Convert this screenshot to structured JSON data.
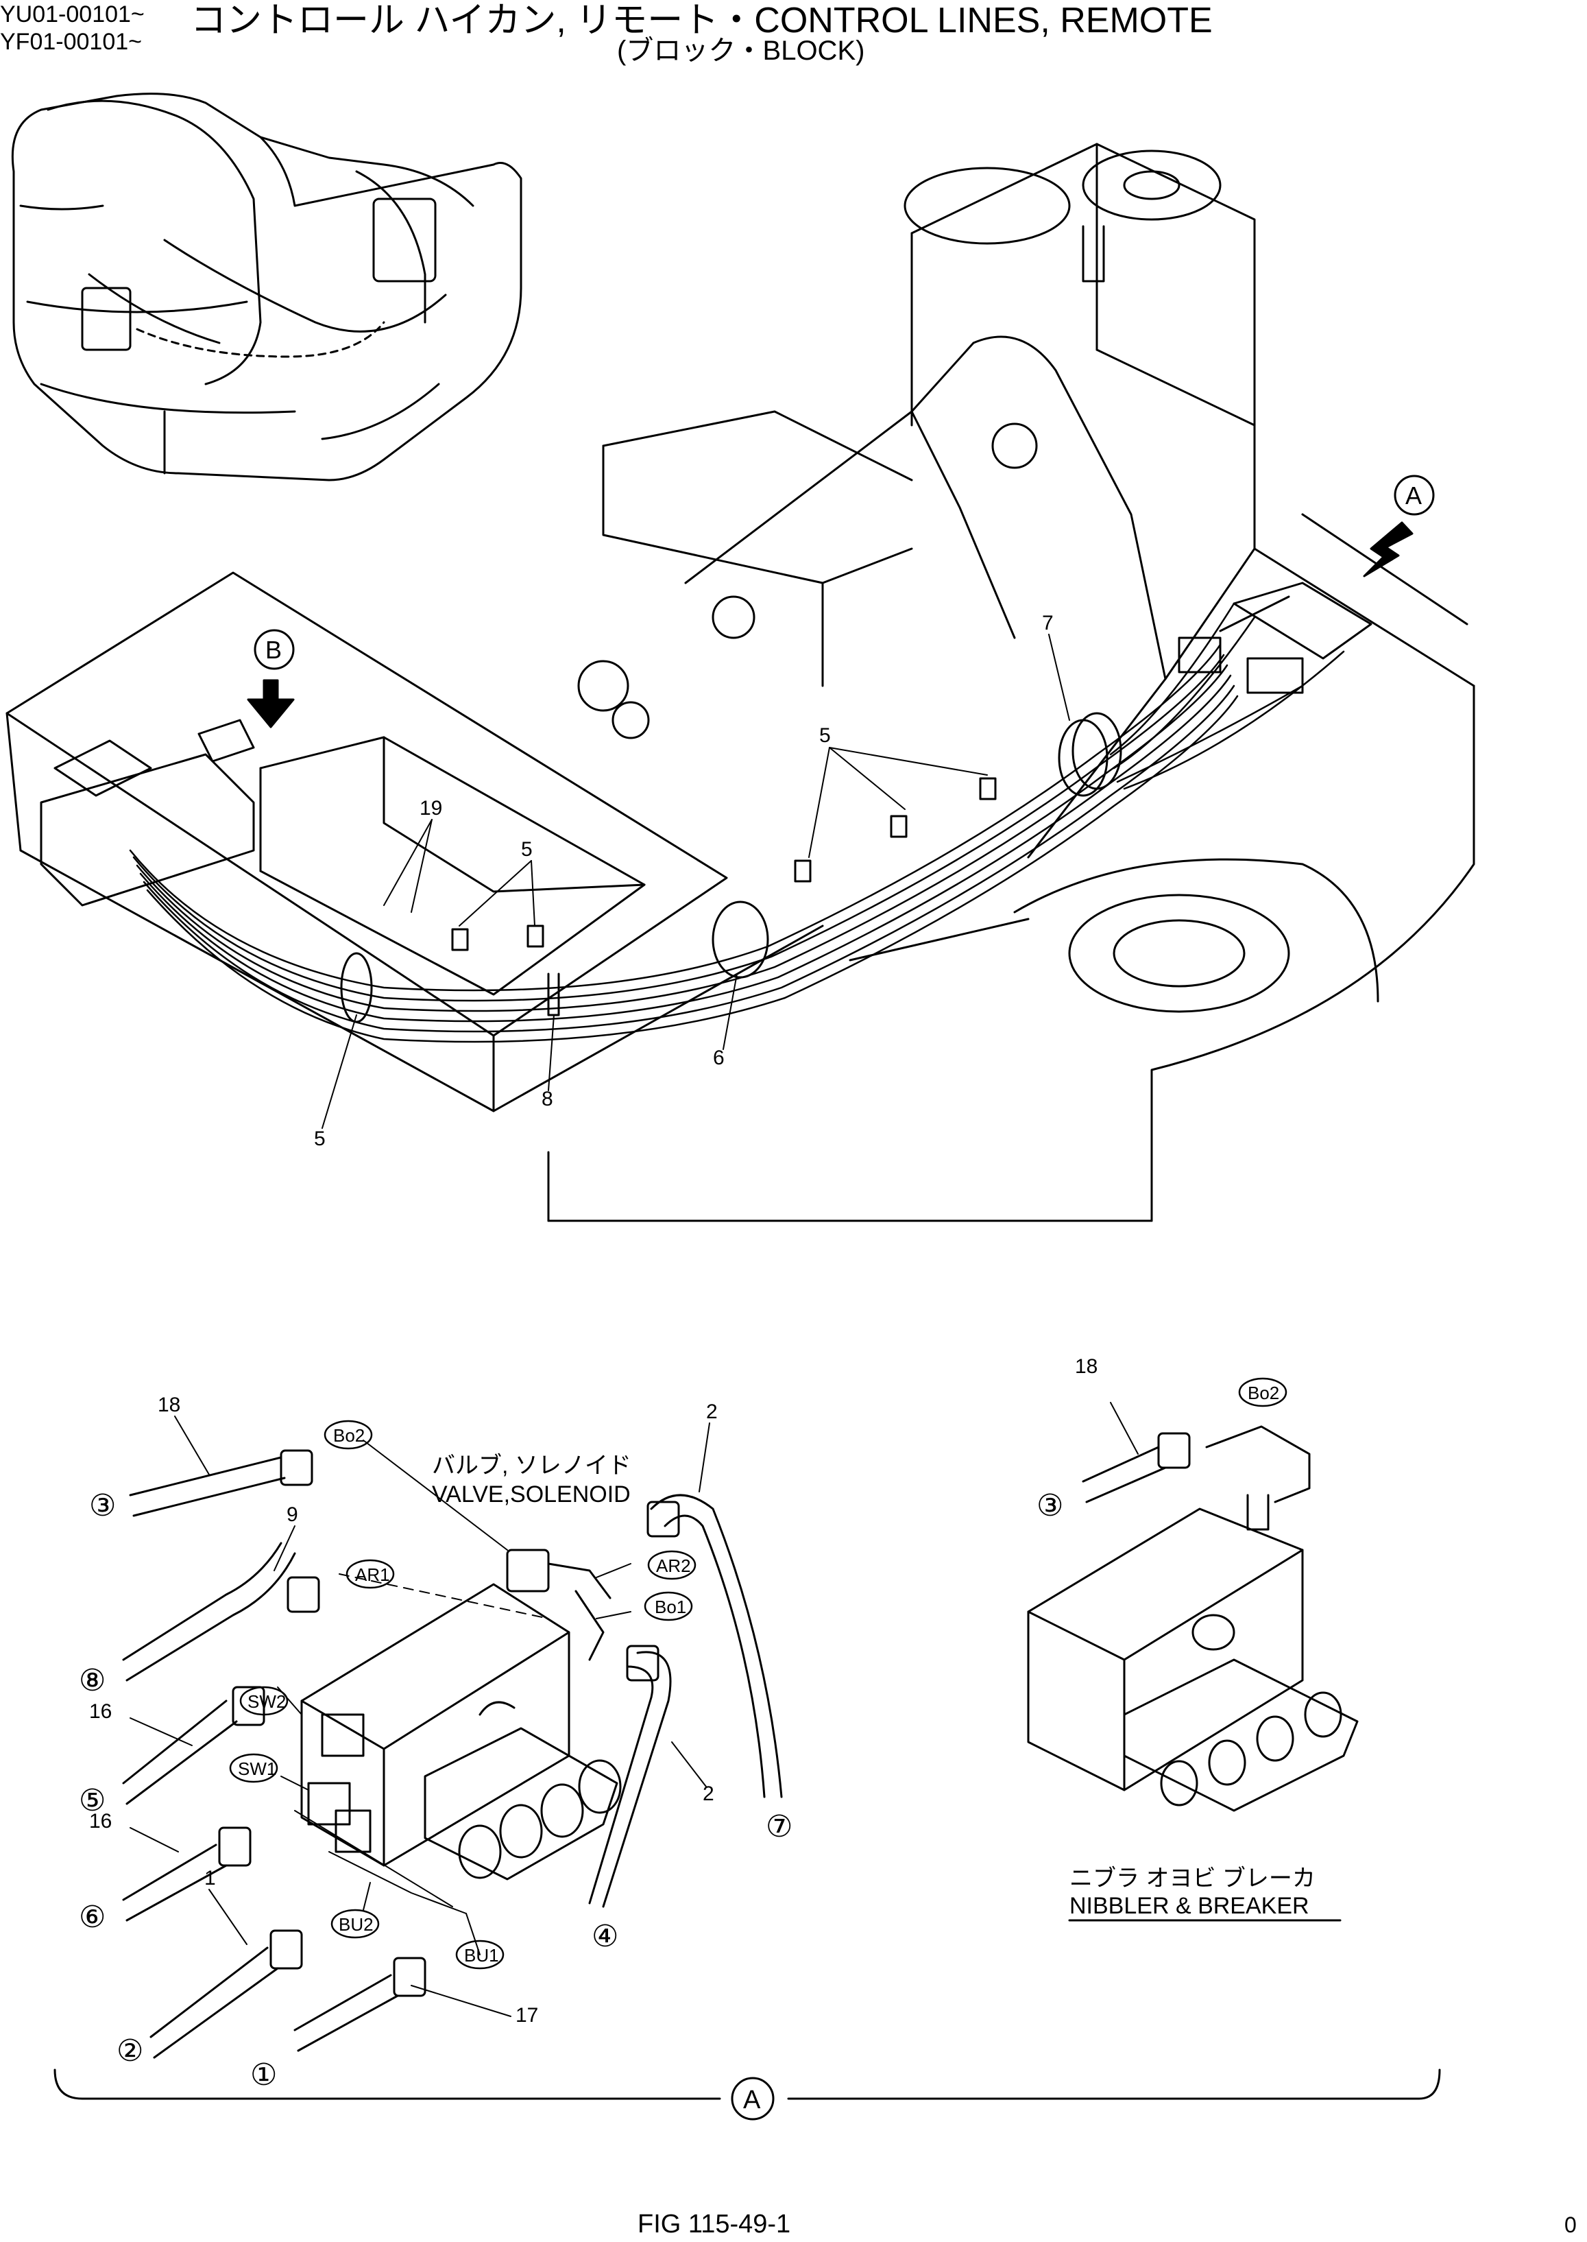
{
  "header": {
    "serial_1": "YU01-00101~",
    "serial_2": "YF01-00101~",
    "title": "コントロール ハイカン, リモート・CONTROL LINES, REMOTE",
    "subtitle": "(ブロック・BLOCK)"
  },
  "views": {
    "view_a_letter": "A",
    "view_b_letter": "B",
    "detail_a_letter": "A"
  },
  "callouts": {
    "c7": "7",
    "c5_top": "5",
    "c19": "19",
    "c5_mid": "5",
    "c6": "6",
    "c8": "8",
    "c5_bottom": "5",
    "c18": "18",
    "c9": "9",
    "c16a": "16",
    "c16b": "16",
    "c1": "1",
    "c17": "17",
    "c2_top": "2",
    "c2_mid": "2",
    "c18_right": "18"
  },
  "ports": {
    "bo2": "Bo2",
    "ar1": "AR1",
    "sw2": "SW2",
    "sw1": "SW1",
    "bu2": "BU2",
    "bu1": "BU1",
    "ar2": "AR2",
    "bo1": "Bo1",
    "bo2_right": "Bo2"
  },
  "circled": {
    "n3": "③",
    "n8": "⑧",
    "n5": "⑤",
    "n6": "⑥",
    "n2": "②",
    "n1": "①",
    "n4": "④",
    "n7": "⑦",
    "n3_right": "③"
  },
  "labels": {
    "valve_jp": "バルブ, ソレノイド",
    "valve_en": "VALVE,SOLENOID",
    "nibbler_jp": "ニブラ オヨビ ブレーカ",
    "nibbler_en": "NIBBLER & BREAKER"
  },
  "footer": {
    "fig": "FIG 115-49-1",
    "page": "0"
  }
}
